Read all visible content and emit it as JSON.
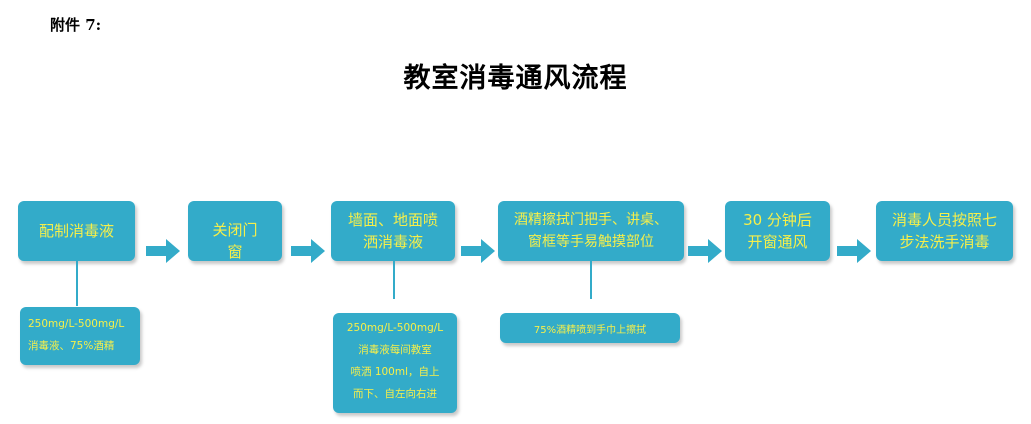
{
  "annex_label": "附件 7:",
  "title": "教室消毒通风流程",
  "steps": [
    {
      "lines": [
        "配制消毒液"
      ]
    },
    {
      "lines": [
        "关闭门",
        "窗"
      ]
    },
    {
      "lines": [
        "墙面、地面喷",
        "洒消毒液"
      ]
    },
    {
      "lines": [
        "酒精擦拭门把手、讲桌、",
        "窗框等手易触摸部位"
      ]
    },
    {
      "lines": [
        "30 分钟后",
        "开窗通风"
      ]
    },
    {
      "lines": [
        "消毒人员按照七",
        "步法洗手消毒"
      ]
    }
  ],
  "notes": [
    {
      "lines": [
        "250mg/L-500mg/L",
        "消毒液、75%酒精"
      ]
    },
    {
      "lines": [
        "250mg/L-500mg/L",
        "消毒液每间教室",
        "喷洒 100ml，自上",
        "而下、自左向右进"
      ]
    },
    {
      "lines": [
        "75%酒精喷到手巾上擦拭"
      ]
    }
  ],
  "colors": {
    "box_fill": "#33abc9",
    "box_text": "#f6ef4a",
    "arrow": "#33abc9"
  }
}
